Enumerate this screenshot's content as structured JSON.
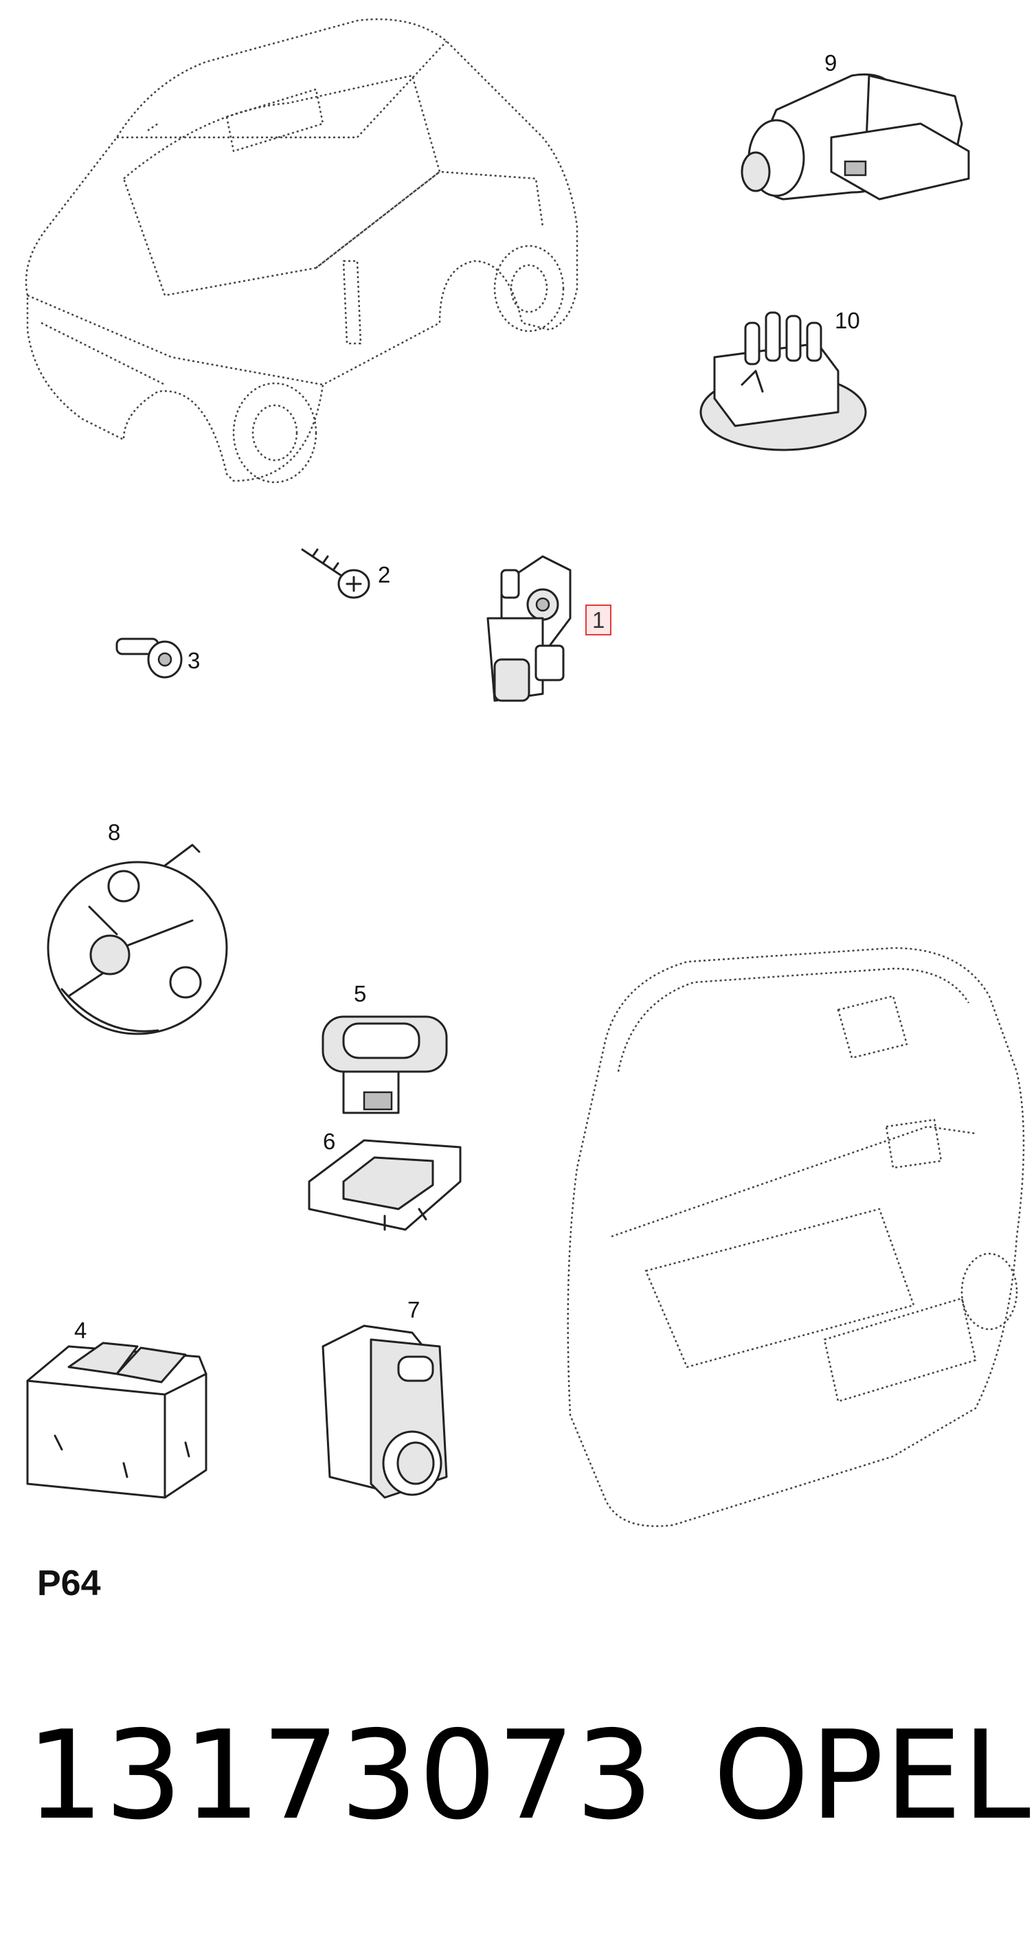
{
  "diagram": {
    "callouts": [
      {
        "id": "1",
        "label": "1",
        "highlighted": true
      },
      {
        "id": "2",
        "label": "2"
      },
      {
        "id": "3",
        "label": "3"
      },
      {
        "id": "4",
        "label": "4"
      },
      {
        "id": "5",
        "label": "5"
      },
      {
        "id": "6",
        "label": "6"
      },
      {
        "id": "7",
        "label": "7"
      },
      {
        "id": "8",
        "label": "8"
      },
      {
        "id": "9",
        "label": "9"
      },
      {
        "id": "10",
        "label": "10"
      }
    ],
    "highlight_color": "#e23b3b",
    "page_code": "P64"
  },
  "footer": {
    "part_number": "13173073",
    "brand": "OPEL"
  }
}
